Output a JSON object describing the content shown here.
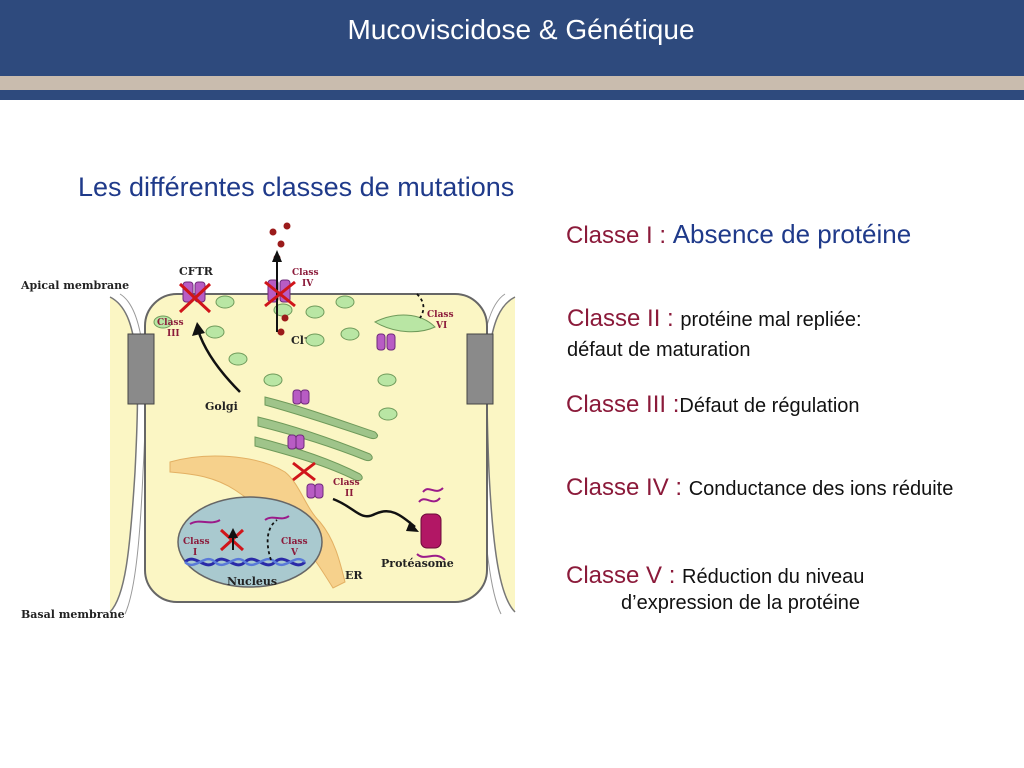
{
  "header": {
    "title": "Mucoviscidose & Génétique"
  },
  "subtitle": "Les différentes classes de mutations",
  "classes": [
    {
      "key": "Classe I : ",
      "desc": "Absence de protéine"
    },
    {
      "key": "Classe II : ",
      "desc": "protéine mal repliée:",
      "desc2": "défaut de maturation"
    },
    {
      "key": "Classe III :",
      "desc": "Défaut de régulation"
    },
    {
      "key": "Classe IV : ",
      "desc": "Conductance des ions réduite"
    },
    {
      "key": "Classe V : ",
      "desc": "Réduction du niveau",
      "desc2": "d’expression de la protéine"
    }
  ],
  "diagram": {
    "apical": "Apical membrane",
    "basal": "Basal membrane",
    "cftr": "CFTR",
    "cl": "Cl",
    "cl_sup": "-",
    "golgi": "Golgi",
    "er": "ER",
    "nucleus": "Nucleus",
    "proteasome": "Protéasome",
    "class_word": "Class",
    "class_labels": [
      "I",
      "II",
      "III",
      "IV",
      "V",
      "VI"
    ]
  },
  "colors": {
    "header": "#2e4a7d",
    "stripe": "#c9bcae",
    "subtitle": "#1f3a8a",
    "class_key": "#8b1a3a",
    "cell": "#fbf6c4",
    "protein": "#b85cc4",
    "mark": "#d0151a"
  }
}
